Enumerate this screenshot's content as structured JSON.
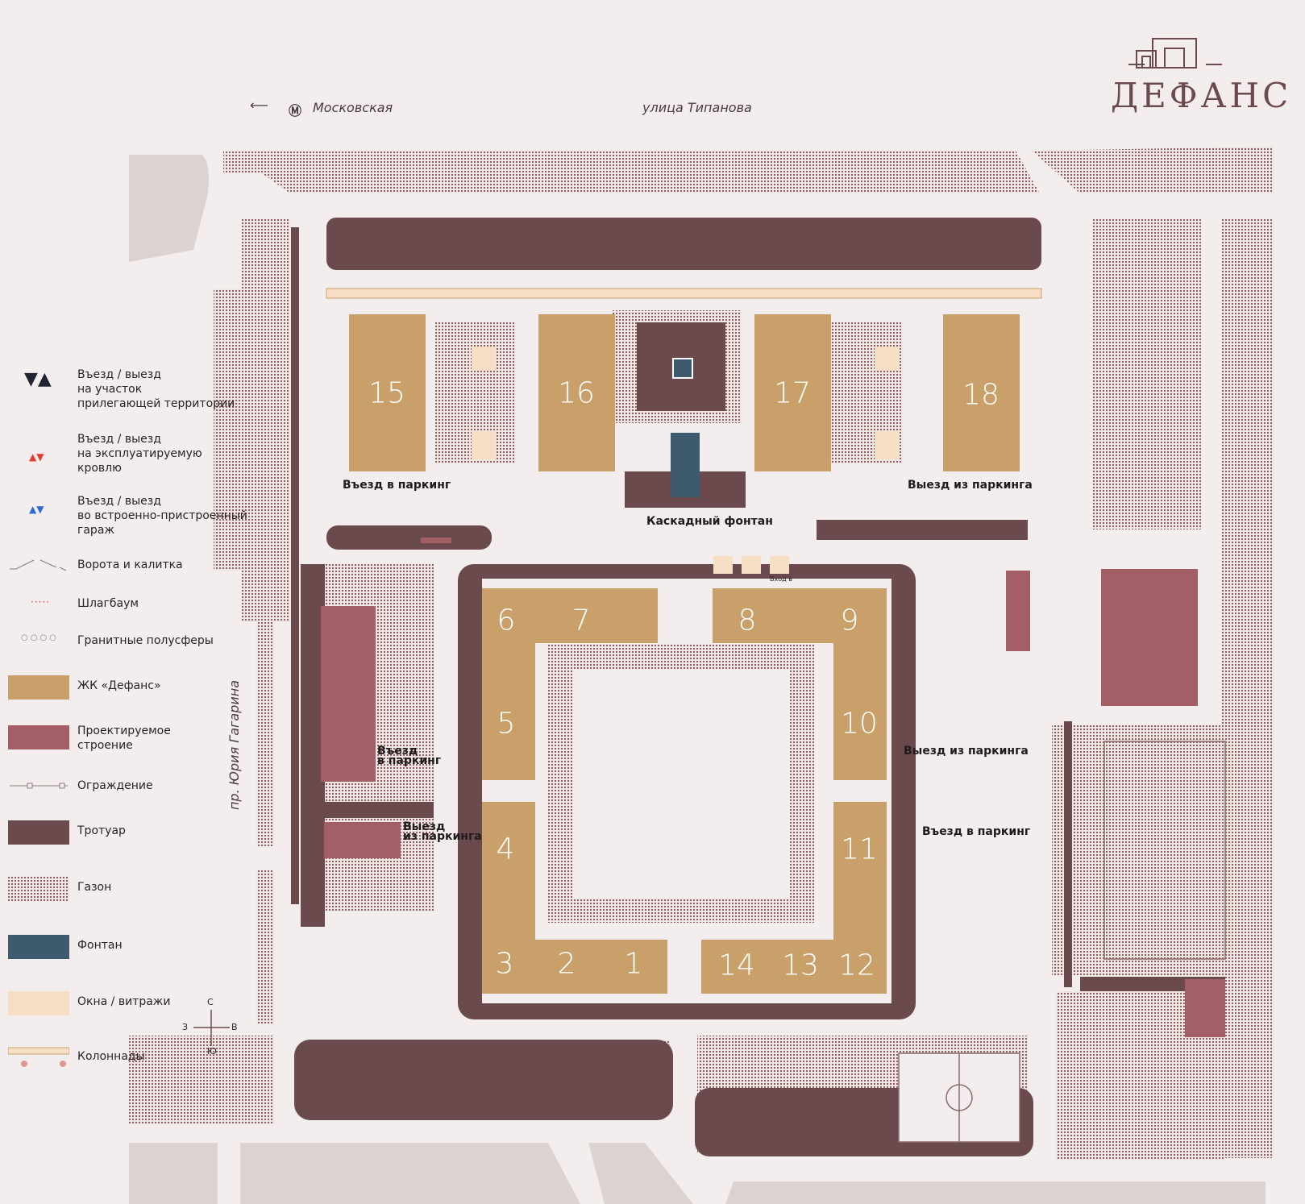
{
  "logo": {
    "text": "ДЕФАНС"
  },
  "header": {
    "metro_arrow": "⟵",
    "metro_station": "Московская",
    "street_top": "улица Типанова",
    "street_left": "пр. Юрия Гагарина"
  },
  "colors": {
    "background": "#f3eeed",
    "sidewalk": "#6b4a4d",
    "complex": "#c9a06a",
    "projected": "#a45e66",
    "fountain": "#3e5a6f",
    "windows": "#f7dfc6",
    "road": "#dcd2d1"
  },
  "buildings": [
    "15",
    "16",
    "17",
    "18",
    "6",
    "7",
    "8",
    "9",
    "5",
    "10",
    "4",
    "11",
    "3",
    "2",
    "1",
    "14",
    "13",
    "12"
  ],
  "labels": {
    "parking_in_top": "Въезд в паркинг",
    "parking_out_top": "Выезд из паркинга",
    "cascade_fountain": "Каскадный фонтан",
    "entrance_small": "Вход в",
    "parking_in_left_1": "Въезд",
    "parking_in_left_2": "в паркинг",
    "parking_out_left_1": "Выезд",
    "parking_out_left_2": "из паркинга",
    "parking_out_right": "Выезд из паркинга",
    "parking_in_right": "Въезд в паркинг"
  },
  "compass": {
    "n": "С",
    "s": "Ю",
    "w": "З",
    "e": "В"
  },
  "legend": [
    {
      "id": "entry-territory",
      "text": "Въезд / выезд\nна участок\nприлегающей территории"
    },
    {
      "id": "entry-roof",
      "text": "Въезд / выезд\nна эксплуатируемую\nкровлю"
    },
    {
      "id": "entry-garage",
      "text": "Въезд / выезд\nво встроенно-пристроенный\nгараж"
    },
    {
      "id": "gate",
      "text": "Ворота и калитка"
    },
    {
      "id": "barrier",
      "text": "Шлагбаум"
    },
    {
      "id": "granite",
      "text": "Гранитные полусферы"
    },
    {
      "id": "complex",
      "text": "ЖК «Дефанс»"
    },
    {
      "id": "projected",
      "text": "Проектируемое\nстроение"
    },
    {
      "id": "fence",
      "text": "Ограждение"
    },
    {
      "id": "sidewalk",
      "text": "Тротуар"
    },
    {
      "id": "lawn",
      "text": "Газон"
    },
    {
      "id": "fountain",
      "text": "Фонтан"
    },
    {
      "id": "windows",
      "text": "Окна / витражи"
    },
    {
      "id": "colonnade",
      "text": "Колоннады"
    }
  ]
}
